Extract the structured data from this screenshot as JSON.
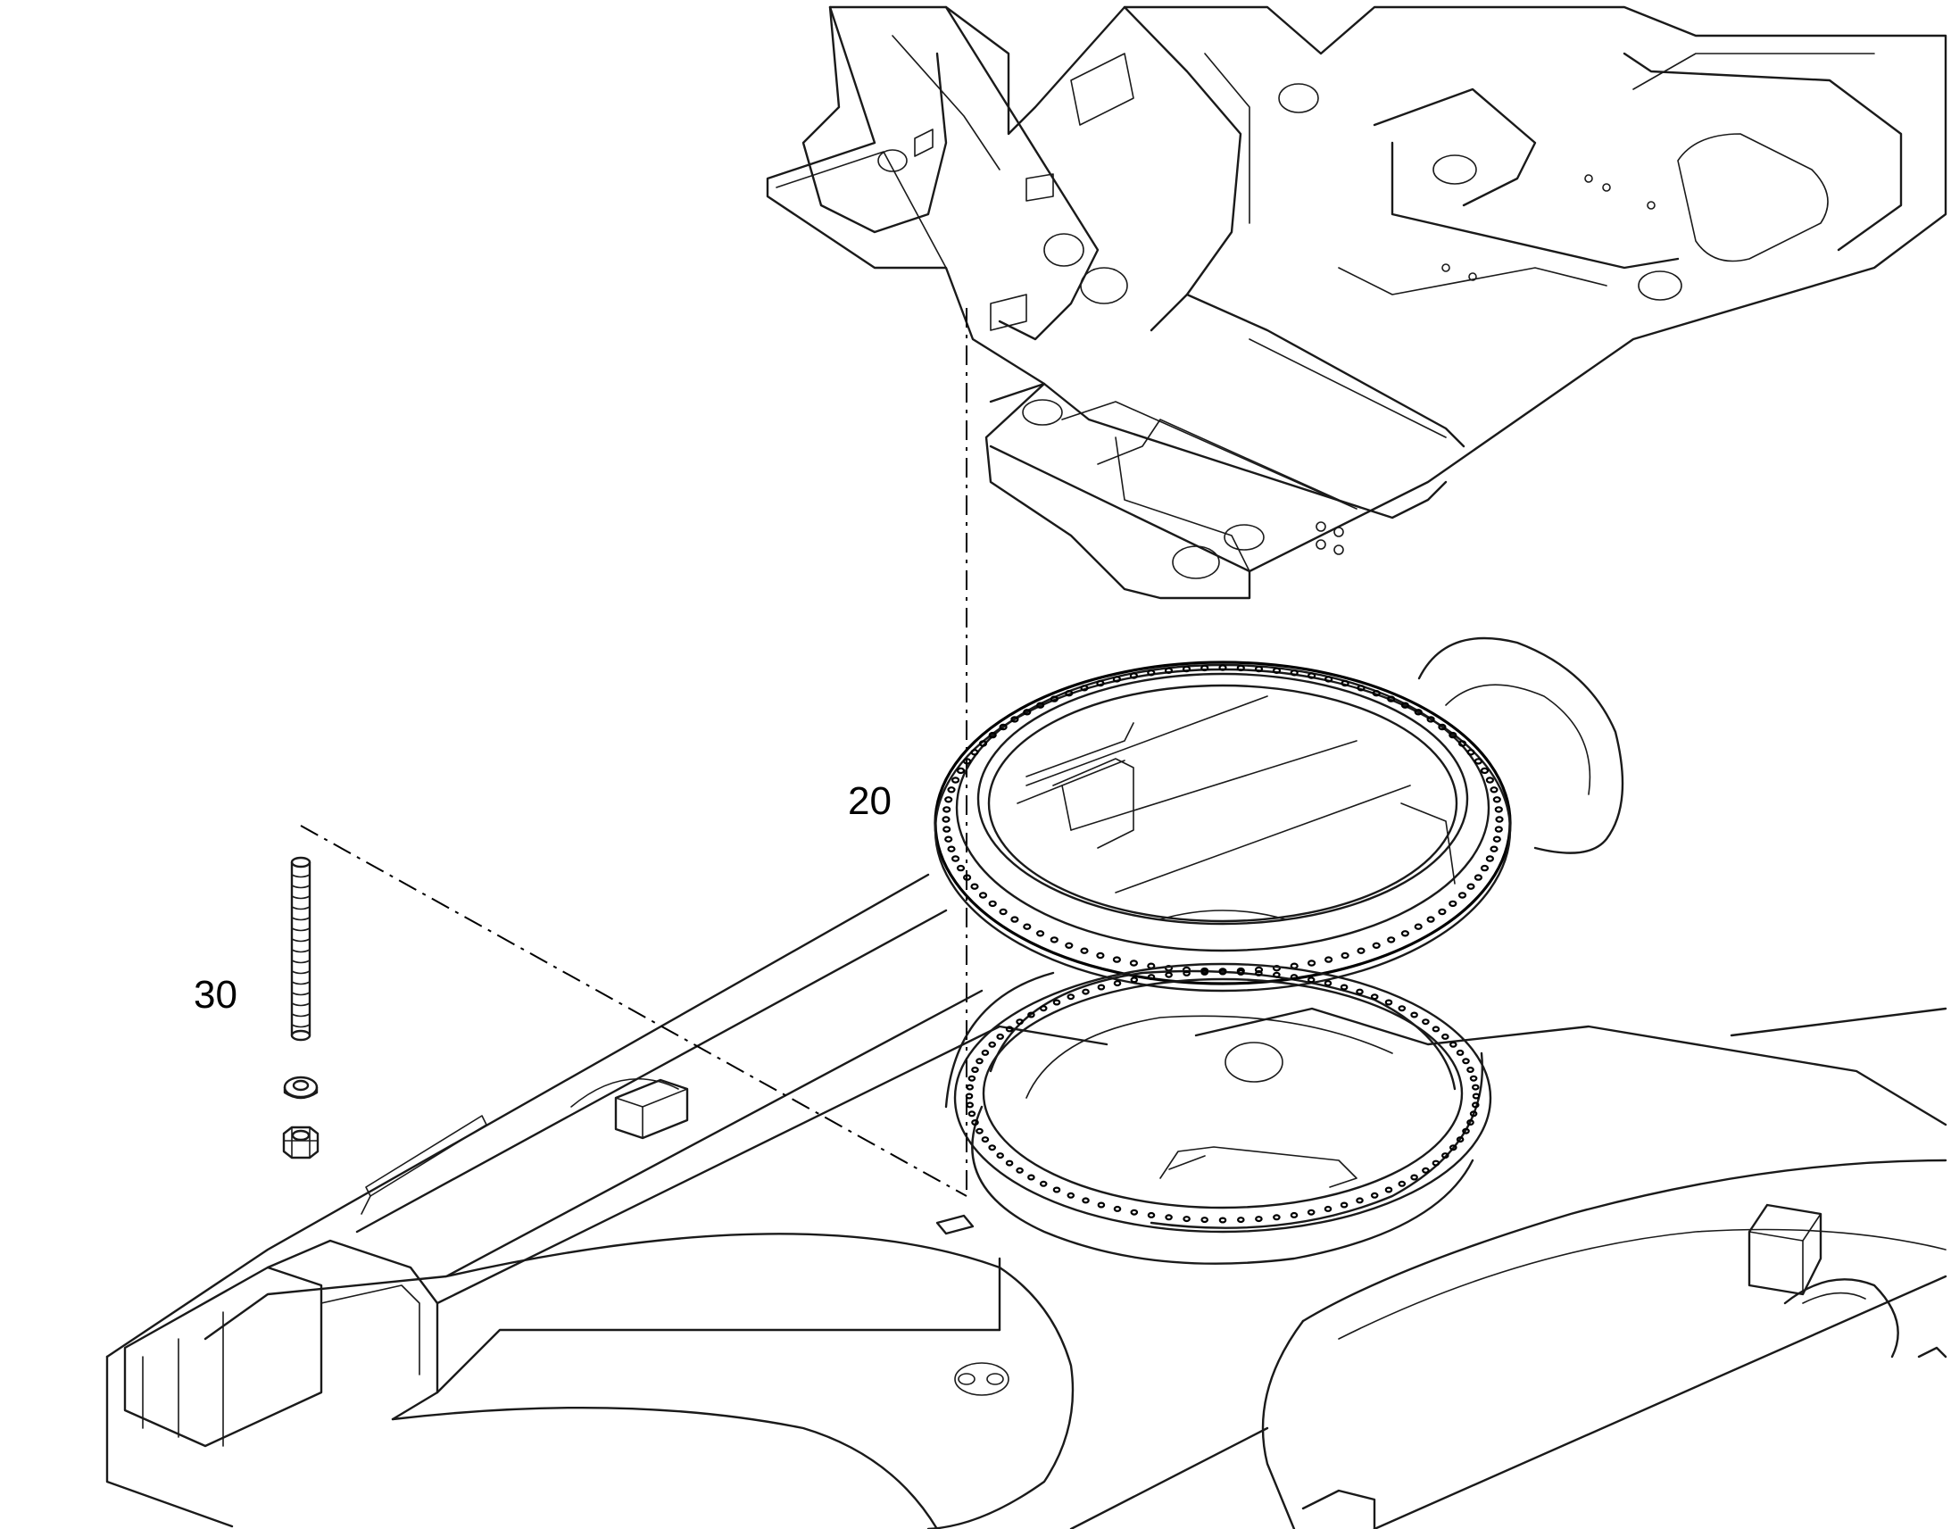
{
  "callouts": [
    {
      "id": "20",
      "text": "20"
    },
    {
      "id": "30",
      "text": "30"
    }
  ]
}
